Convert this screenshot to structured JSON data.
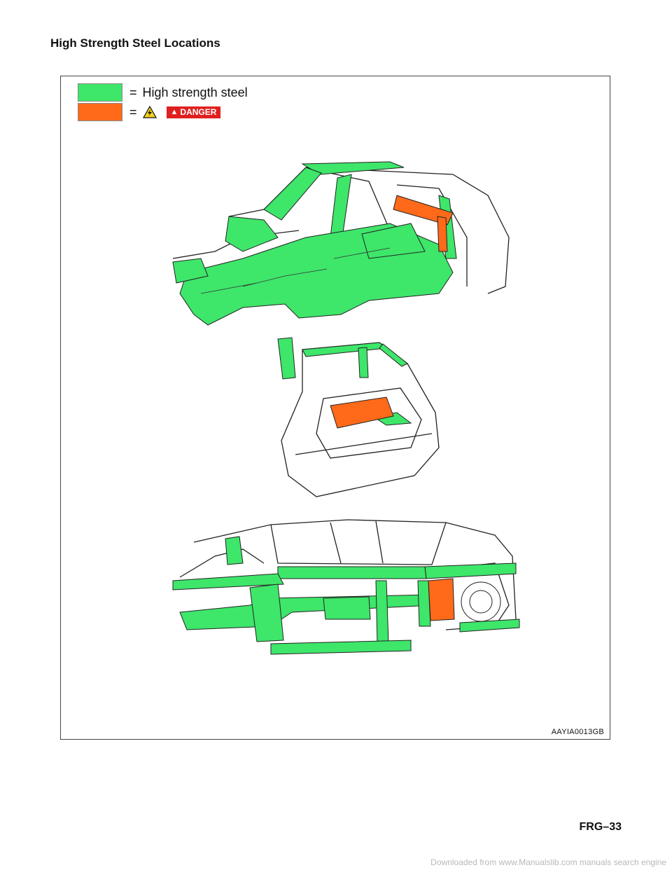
{
  "page": {
    "title": "High Strength Steel Locations",
    "page_number": "FRG–33",
    "watermark": "Downloaded from www.Manualslib.com manuals search engine"
  },
  "legend": {
    "items": [
      {
        "color": "#3ee66a",
        "equals": "=",
        "label": "High strength steel"
      },
      {
        "color": "#ff6a1a",
        "equals": "=",
        "icon": "high-voltage-warning-icon",
        "badge": "DANGER"
      }
    ]
  },
  "figure": {
    "code": "AAYIA0013GB"
  },
  "colors": {
    "high_strength_steel": "#3ee66a",
    "danger_area": "#ff6a1a",
    "danger_badge": "#e02020",
    "warning_yellow": "#f5d21a"
  }
}
